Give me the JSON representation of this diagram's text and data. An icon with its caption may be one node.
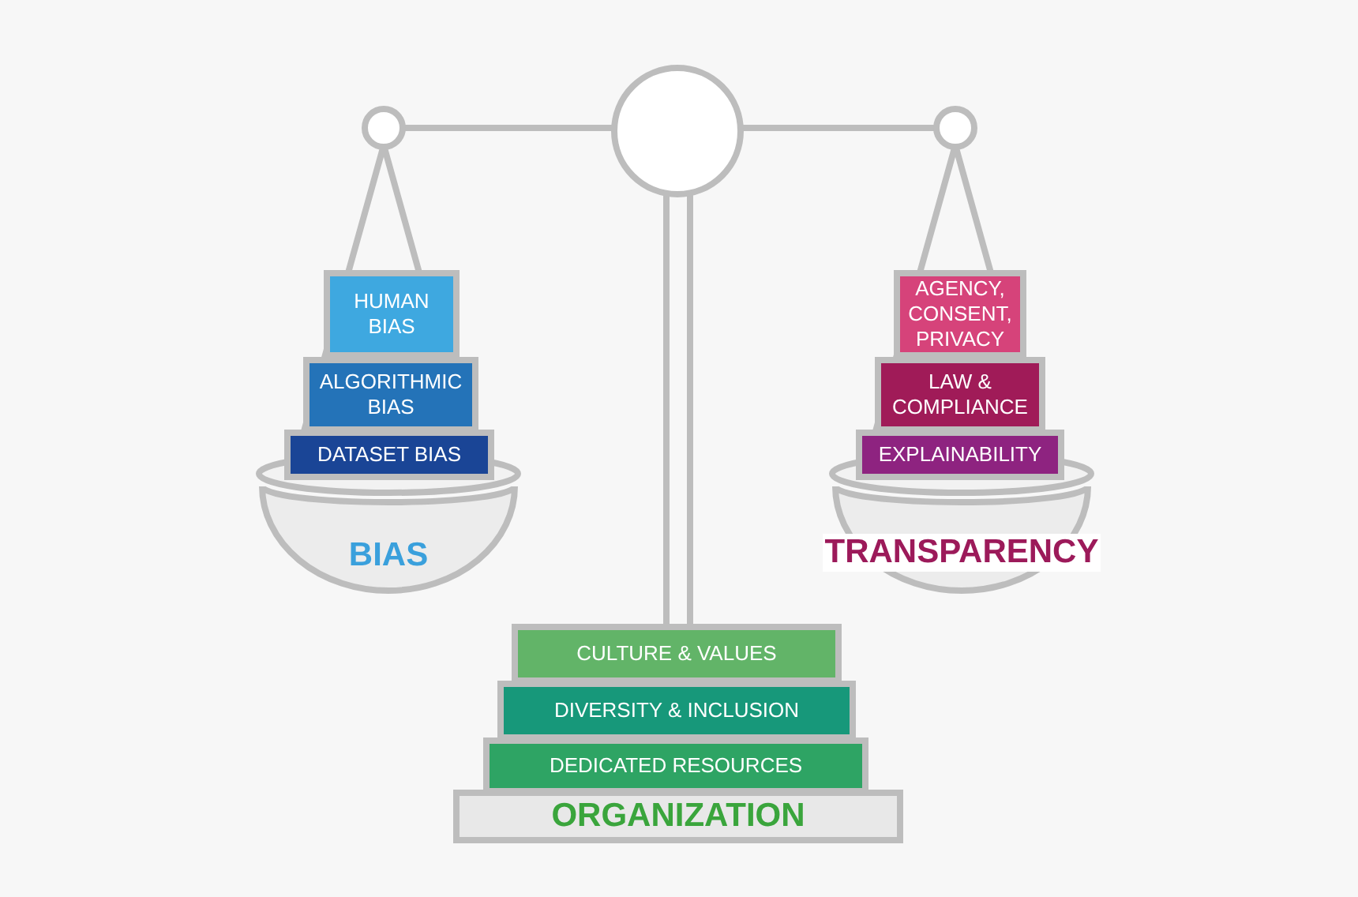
{
  "diagram": {
    "nodes": [
      {
        "text": [
          "HUMAN BIAS"
        ]
      },
      {
        "text": [
          "ALGORITHMIC BIAS"
        ]
      },
      {
        "text": [
          "DATASET BIAS"
        ]
      },
      {
        "text": [
          "BIAS"
        ]
      },
      {
        "text": [
          "AGENCY, CONSENT, PRIVACY"
        ]
      },
      {
        "text": [
          "LAW & COMPLIANCE"
        ]
      },
      {
        "text": [
          "EXPLAINABILITY"
        ]
      },
      {
        "text": [
          "TRANSPARENCY"
        ]
      },
      {
        "text": [
          "CULTURE & VALUES"
        ]
      },
      {
        "text": [
          "DIVERSITY & INCLUSION"
        ]
      },
      {
        "text": [
          "DEDICATED RESOURCES"
        ]
      },
      {
        "text": [
          "ORGANIZATION"
        ]
      }
    ]
  }
}
